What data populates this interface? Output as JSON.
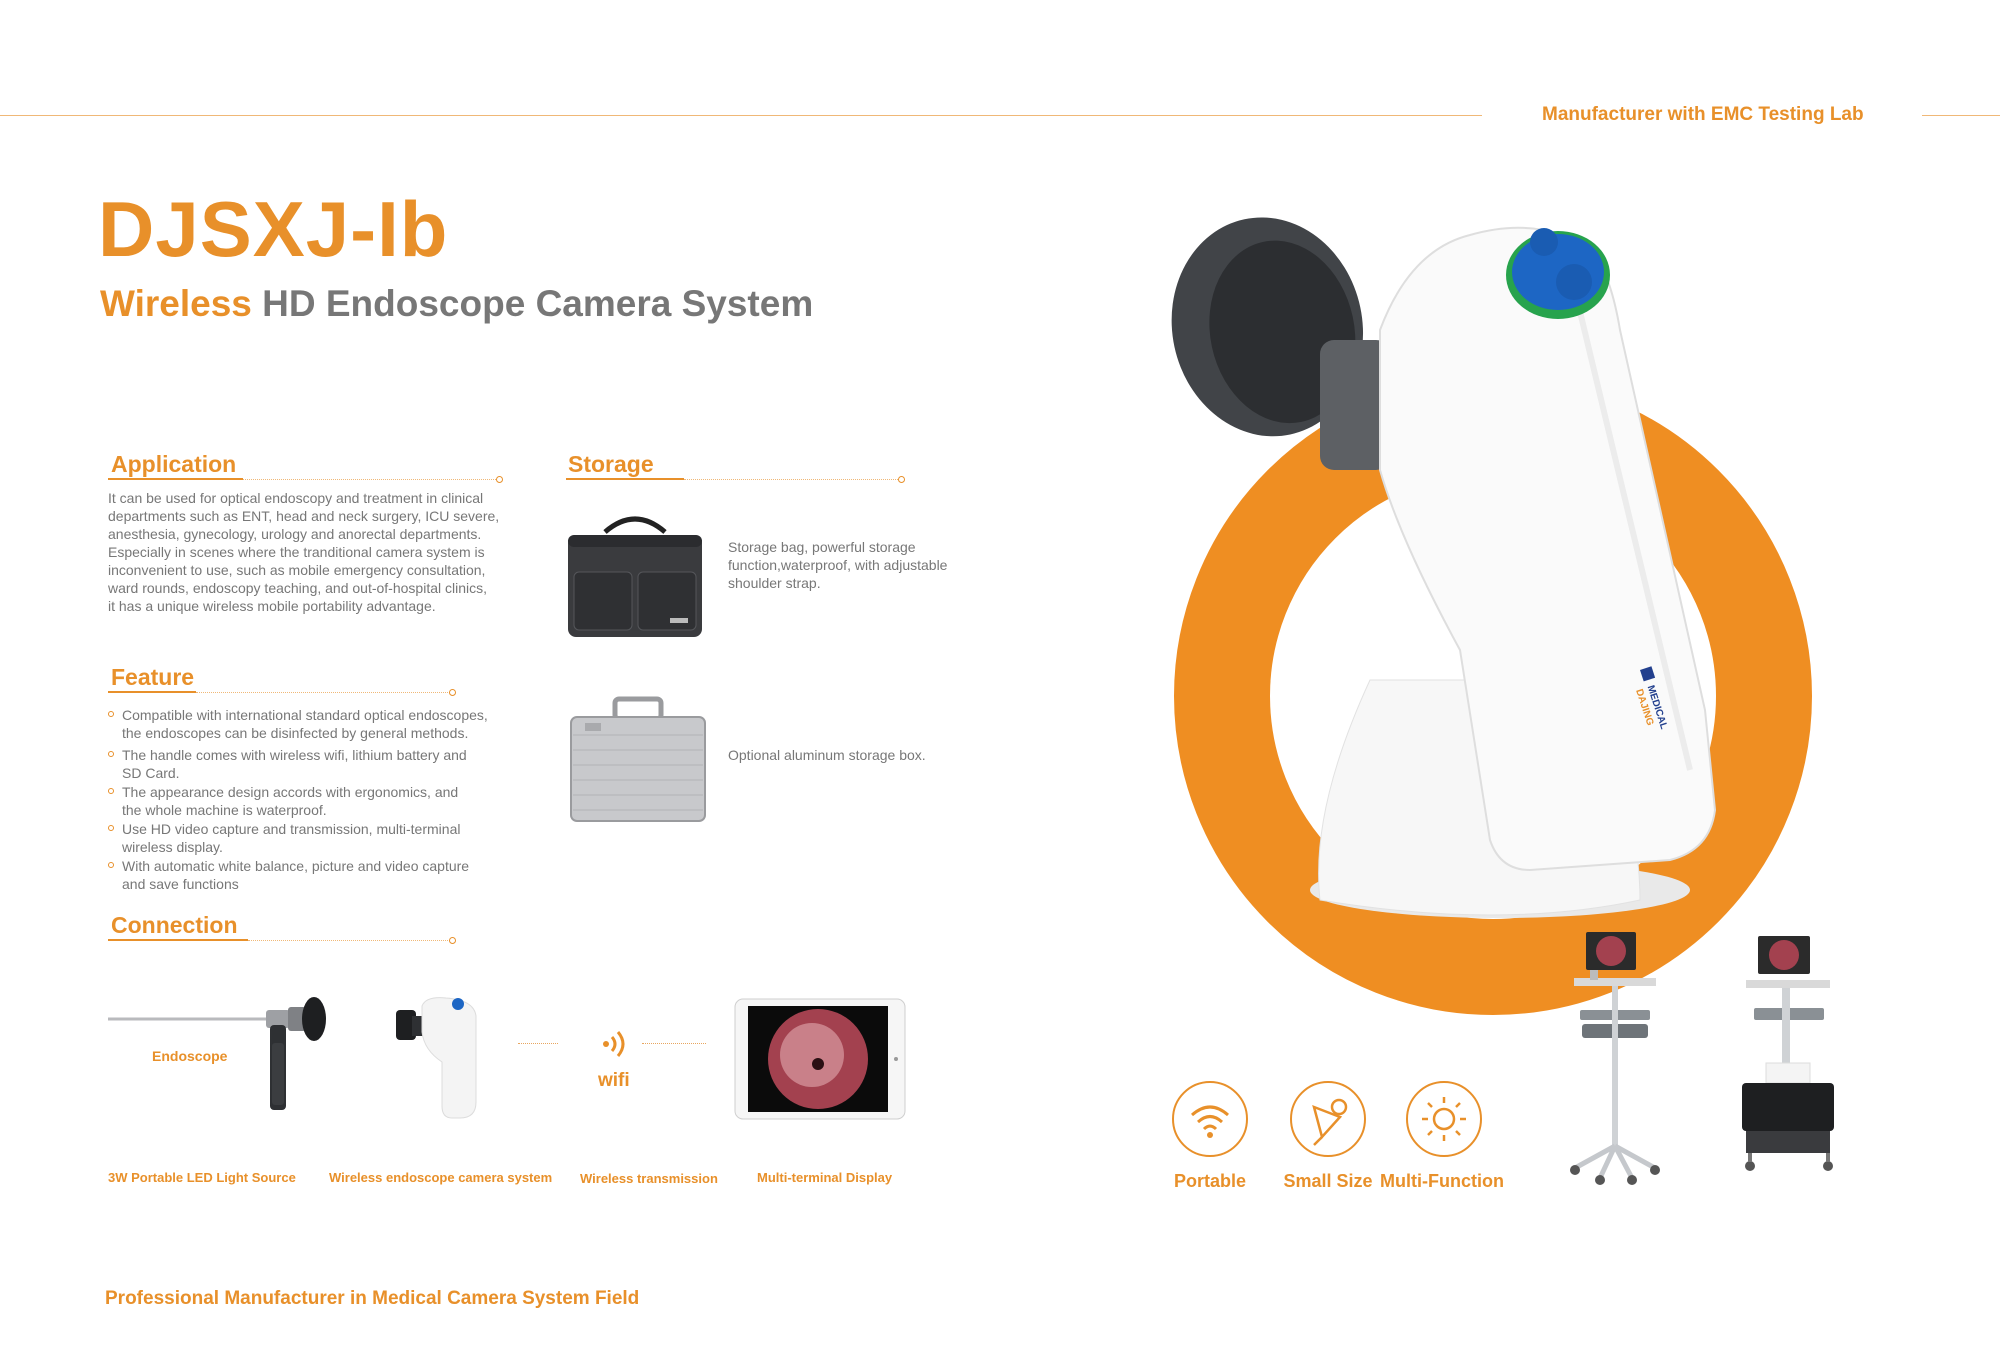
{
  "header": {
    "tag": "Manufacturer with EMC Testing Lab"
  },
  "product": {
    "model": "DJSXJ-Ib",
    "subtitle_highlight": "Wireless",
    "subtitle_rest": " HD Endoscope Camera System"
  },
  "application": {
    "title": "Application",
    "lines": [
      "It can be used for optical endoscopy and treatment in clinical",
      "departments such as ENT, head and neck surgery, ICU severe,",
      "anesthesia, gynecology, urology and anorectal departments.",
      "Especially in scenes where the tranditional camera system is",
      "inconvenient to use, such as mobile emergency consultation,",
      "ward rounds, endoscopy teaching, and out-of-hospital clinics,",
      "it has a unique wireless mobile portability advantage."
    ]
  },
  "feature": {
    "title": "Feature",
    "items": [
      [
        "Compatible with international standard optical endoscopes,",
        "the endoscopes can be disinfected by general methods."
      ],
      [
        "The handle comes with wireless wifi, lithium battery and",
        "SD Card."
      ],
      [
        "The appearance design accords with ergonomics, and",
        "the whole machine is waterproof."
      ],
      [
        "Use HD video capture and transmission, multi-terminal",
        "wireless display."
      ],
      [
        "With automatic white balance, picture and video capture",
        "and save functions"
      ]
    ]
  },
  "storage": {
    "title": "Storage",
    "bag_lines": [
      "Storage bag, powerful storage",
      "function,waterproof, with adjustable",
      "shoulder strap."
    ],
    "box_text": "Optional aluminum storage box."
  },
  "connection": {
    "title": "Connection",
    "endoscope_label": "Endoscope",
    "wifi_label": "wifi",
    "captions": [
      "3W Portable LED Light Source",
      "Wireless endoscope camera system",
      "Wireless transmission",
      "Multi-terminal Display"
    ]
  },
  "features_icons": [
    {
      "icon": "wifi-icon",
      "label": "Portable"
    },
    {
      "icon": "small-size-icon",
      "label": "Small Size"
    },
    {
      "icon": "sun-icon",
      "label": "Multi-Function"
    }
  ],
  "device_brand": [
    "MEDICAL",
    "DAJING"
  ],
  "footer": {
    "text": "Professional Manufacturer in Medical Camera System Field"
  },
  "colors": {
    "accent": "#e8902a",
    "button_blue": "#1d66c4",
    "ring_green": "#2a9d4a"
  }
}
